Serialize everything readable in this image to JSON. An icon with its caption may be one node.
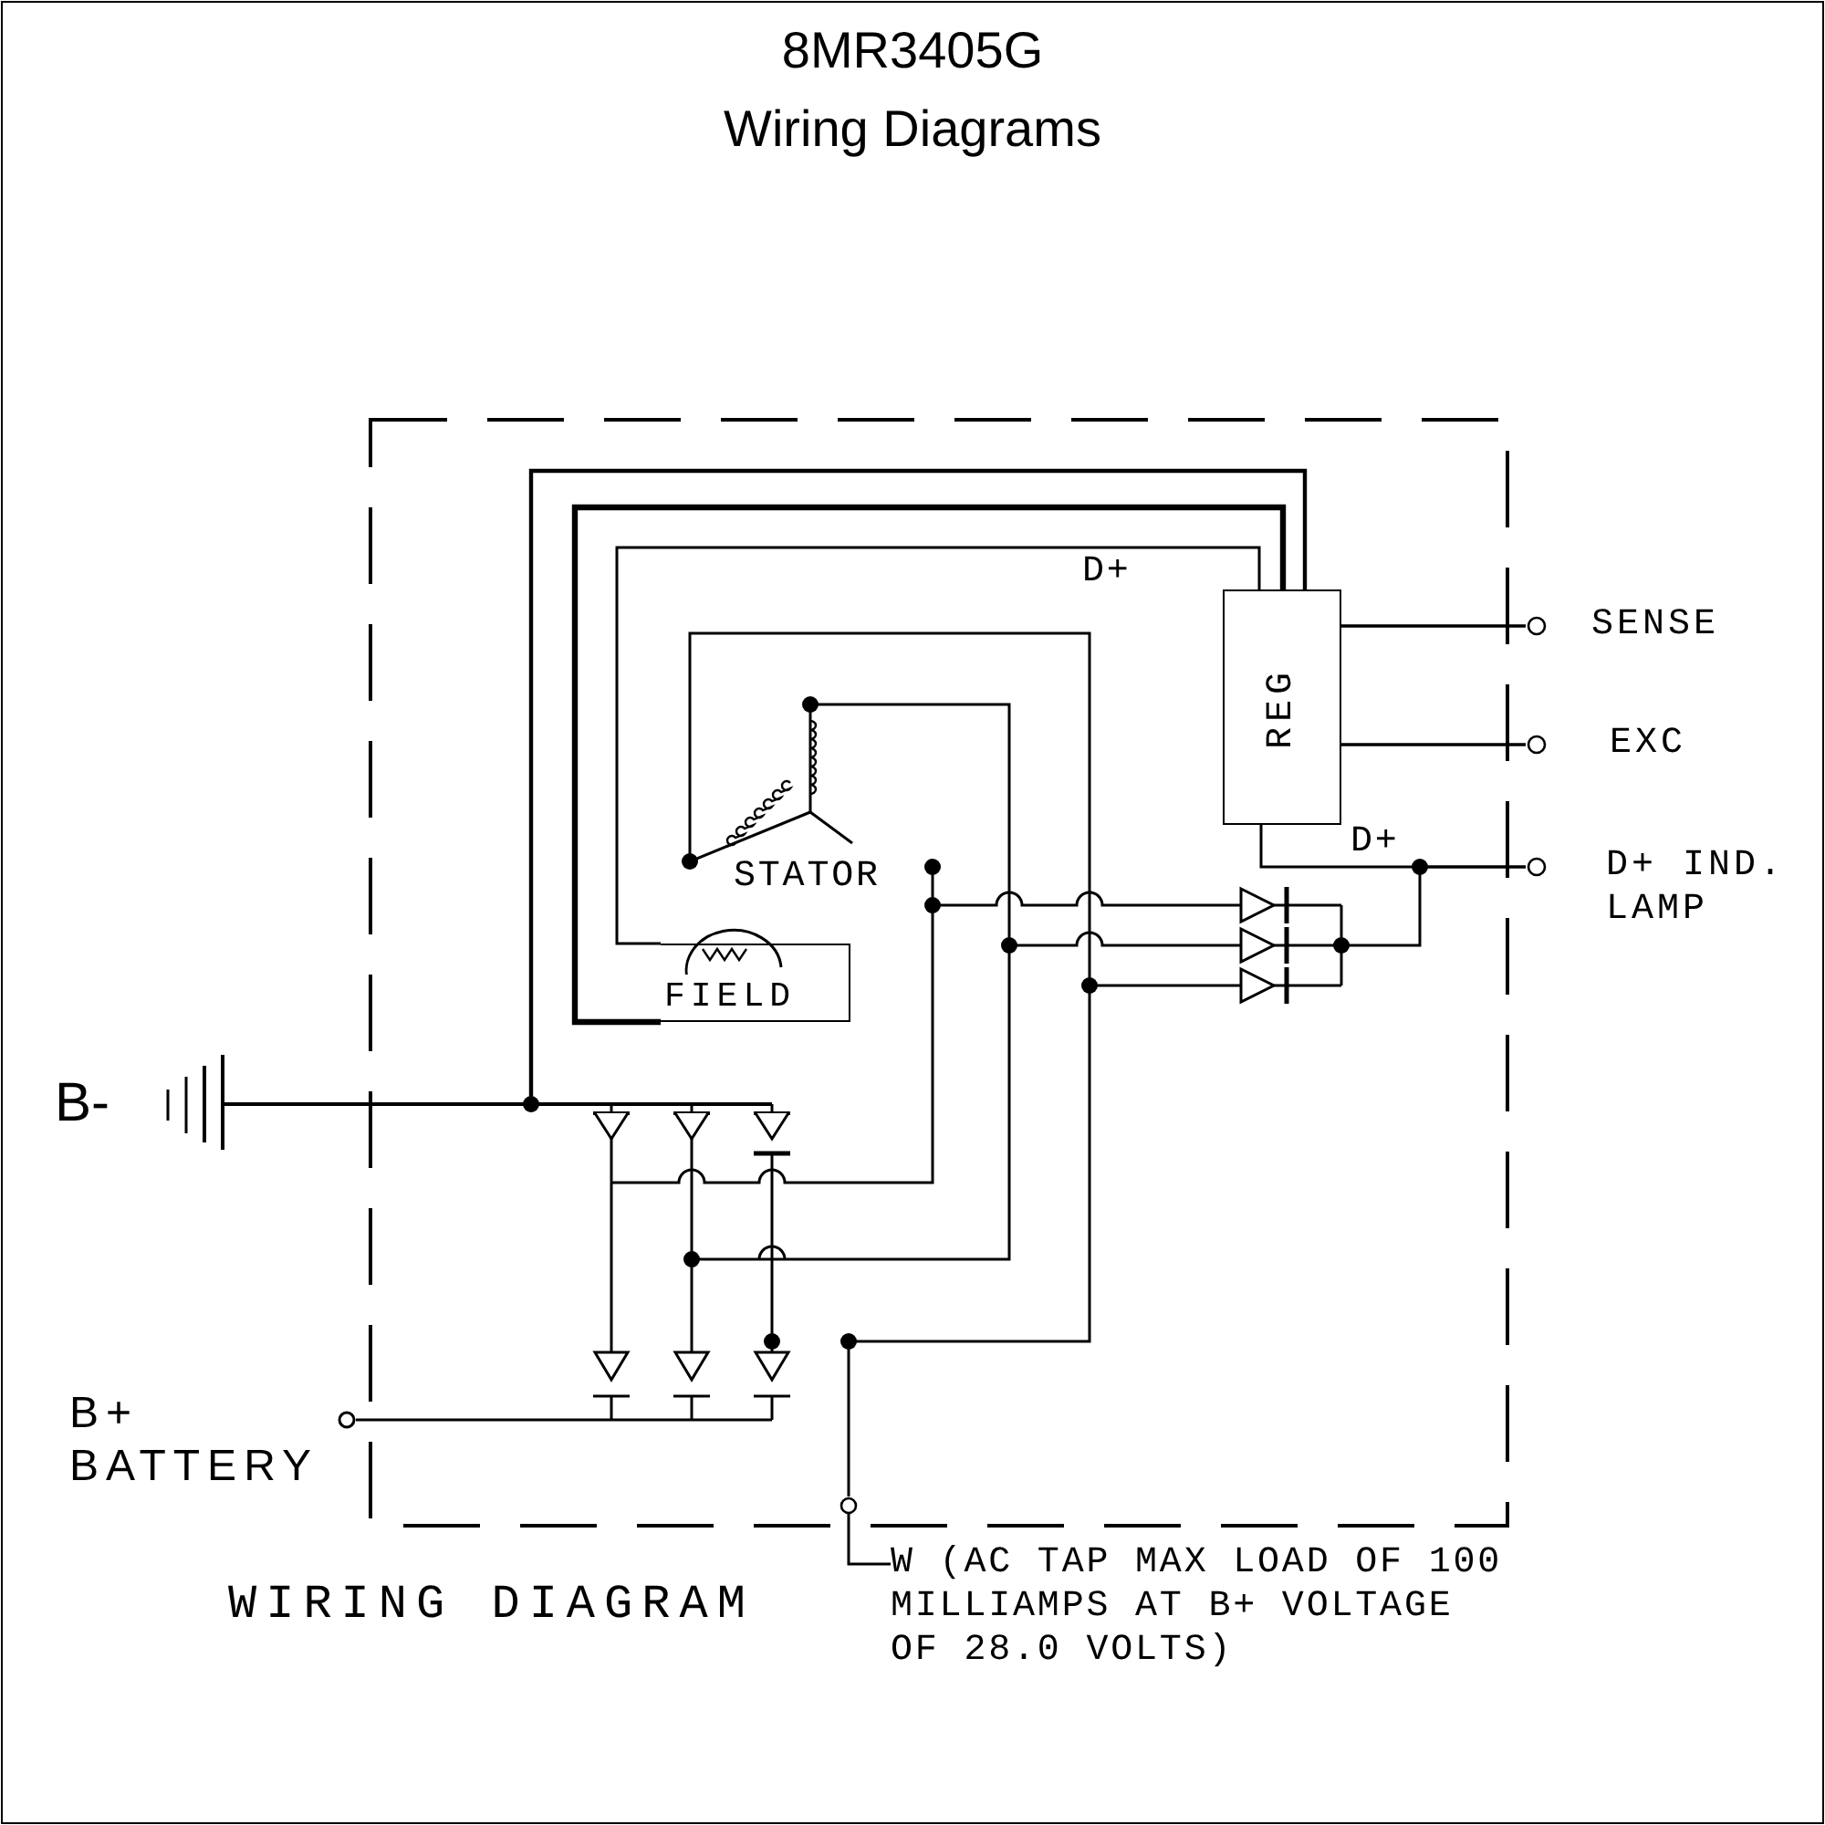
{
  "diagram": {
    "title": "8MR3405G",
    "nodes": [
      {
        "text": [
          "REG"
        ]
      },
      {
        "text": [
          "SENSE"
        ]
      },
      {
        "text": [
          "EXC"
        ]
      },
      {
        "text": [
          "D+ IND. LAMP"
        ]
      },
      {
        "text": [
          "FIELD"
        ]
      },
      {
        "text": [
          "B-"
        ]
      },
      {
        "text": [
          "B+ BATTERY"
        ]
      },
      {
        "text": [
          "W (AC TAP MAX LOAD OF 100 MILLIAMPS AT B+ VOLTAGE OF 28.0 VOLTS)"
        ]
      }
    ],
    "edges": [
      {
        "from": 0,
        "to": 1,
        "arrow": "none"
      },
      {
        "from": 0,
        "to": 2,
        "arrow": "none"
      },
      {
        "from": 0,
        "to": 3,
        "arrow": "none"
      },
      {
        "from": 0,
        "to": 4,
        "arrow": "none",
        "style": "thick"
      },
      {
        "from": 0,
        "to": 4,
        "arrow": "none"
      },
      {
        "from": 7,
        "to": null,
        "arrow": "other"
      }
    ],
    "labels": [
      "Wiring Diagrams",
      "D+",
      "D+",
      "STATOR",
      "WIRING DIAGRAM"
    ]
  }
}
